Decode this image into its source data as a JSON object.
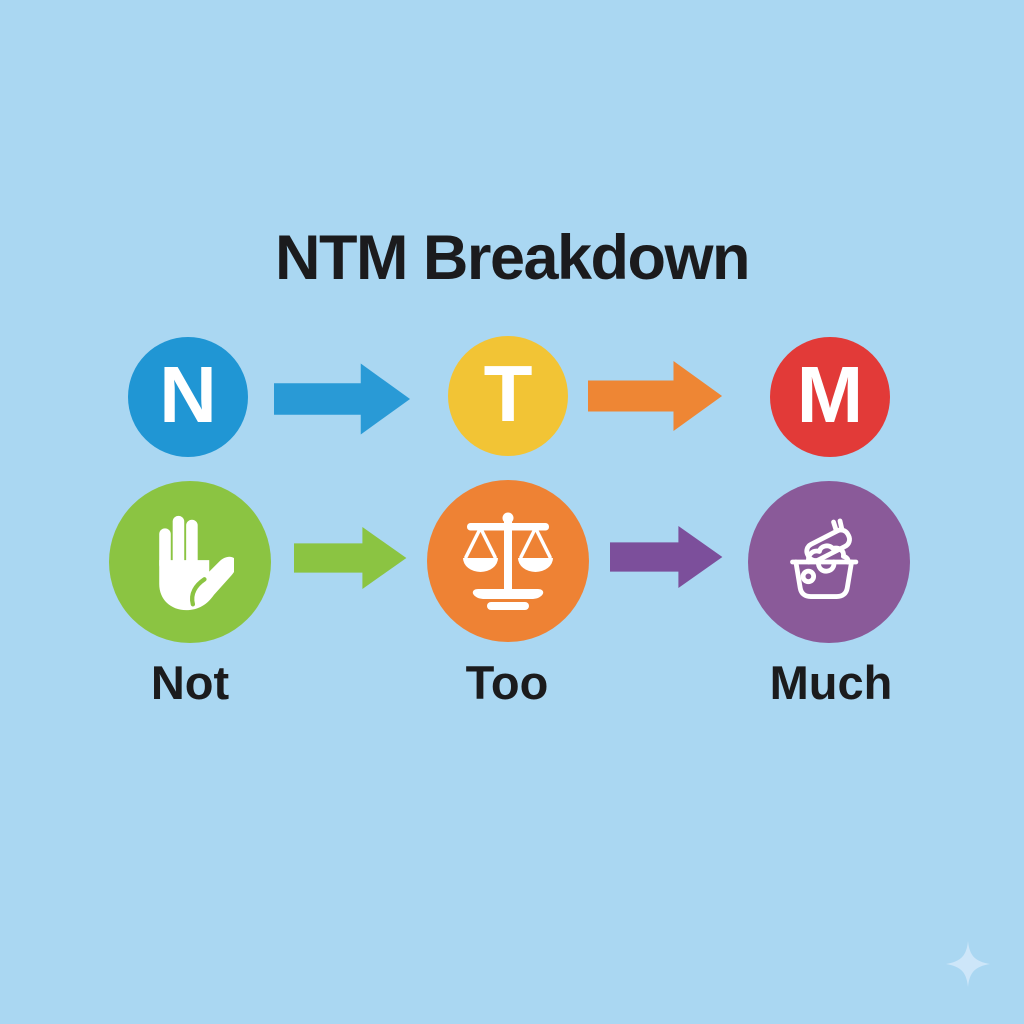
{
  "title": "NTM Breakdown",
  "colors": {
    "background": "#aad7f2",
    "text": "#1b1b1d",
    "letter_text": "#ffffff",
    "icon_glyph": "#ffffff",
    "sparkle": "#cde6f9"
  },
  "columns": [
    {
      "letter": "N",
      "word": "Not",
      "letter_circle_color": "#2096d4",
      "icon_circle_color": "#8bc442",
      "icon": "stop-hand-icon"
    },
    {
      "letter": "T",
      "word": "Too",
      "letter_circle_color": "#f2c435",
      "icon_circle_color": "#ee8234",
      "icon": "balance-scale-icon"
    },
    {
      "letter": "M",
      "word": "Much",
      "letter_circle_color": "#e23a38",
      "icon_circle_color": "#8a5a99",
      "icon": "overflowing-basket-icon"
    }
  ],
  "arrows": {
    "top": [
      {
        "color": "#299ad6"
      },
      {
        "color": "#ee8634"
      }
    ],
    "bottom": [
      {
        "color": "#8bc442"
      },
      {
        "color": "#7c4f9b"
      }
    ]
  }
}
